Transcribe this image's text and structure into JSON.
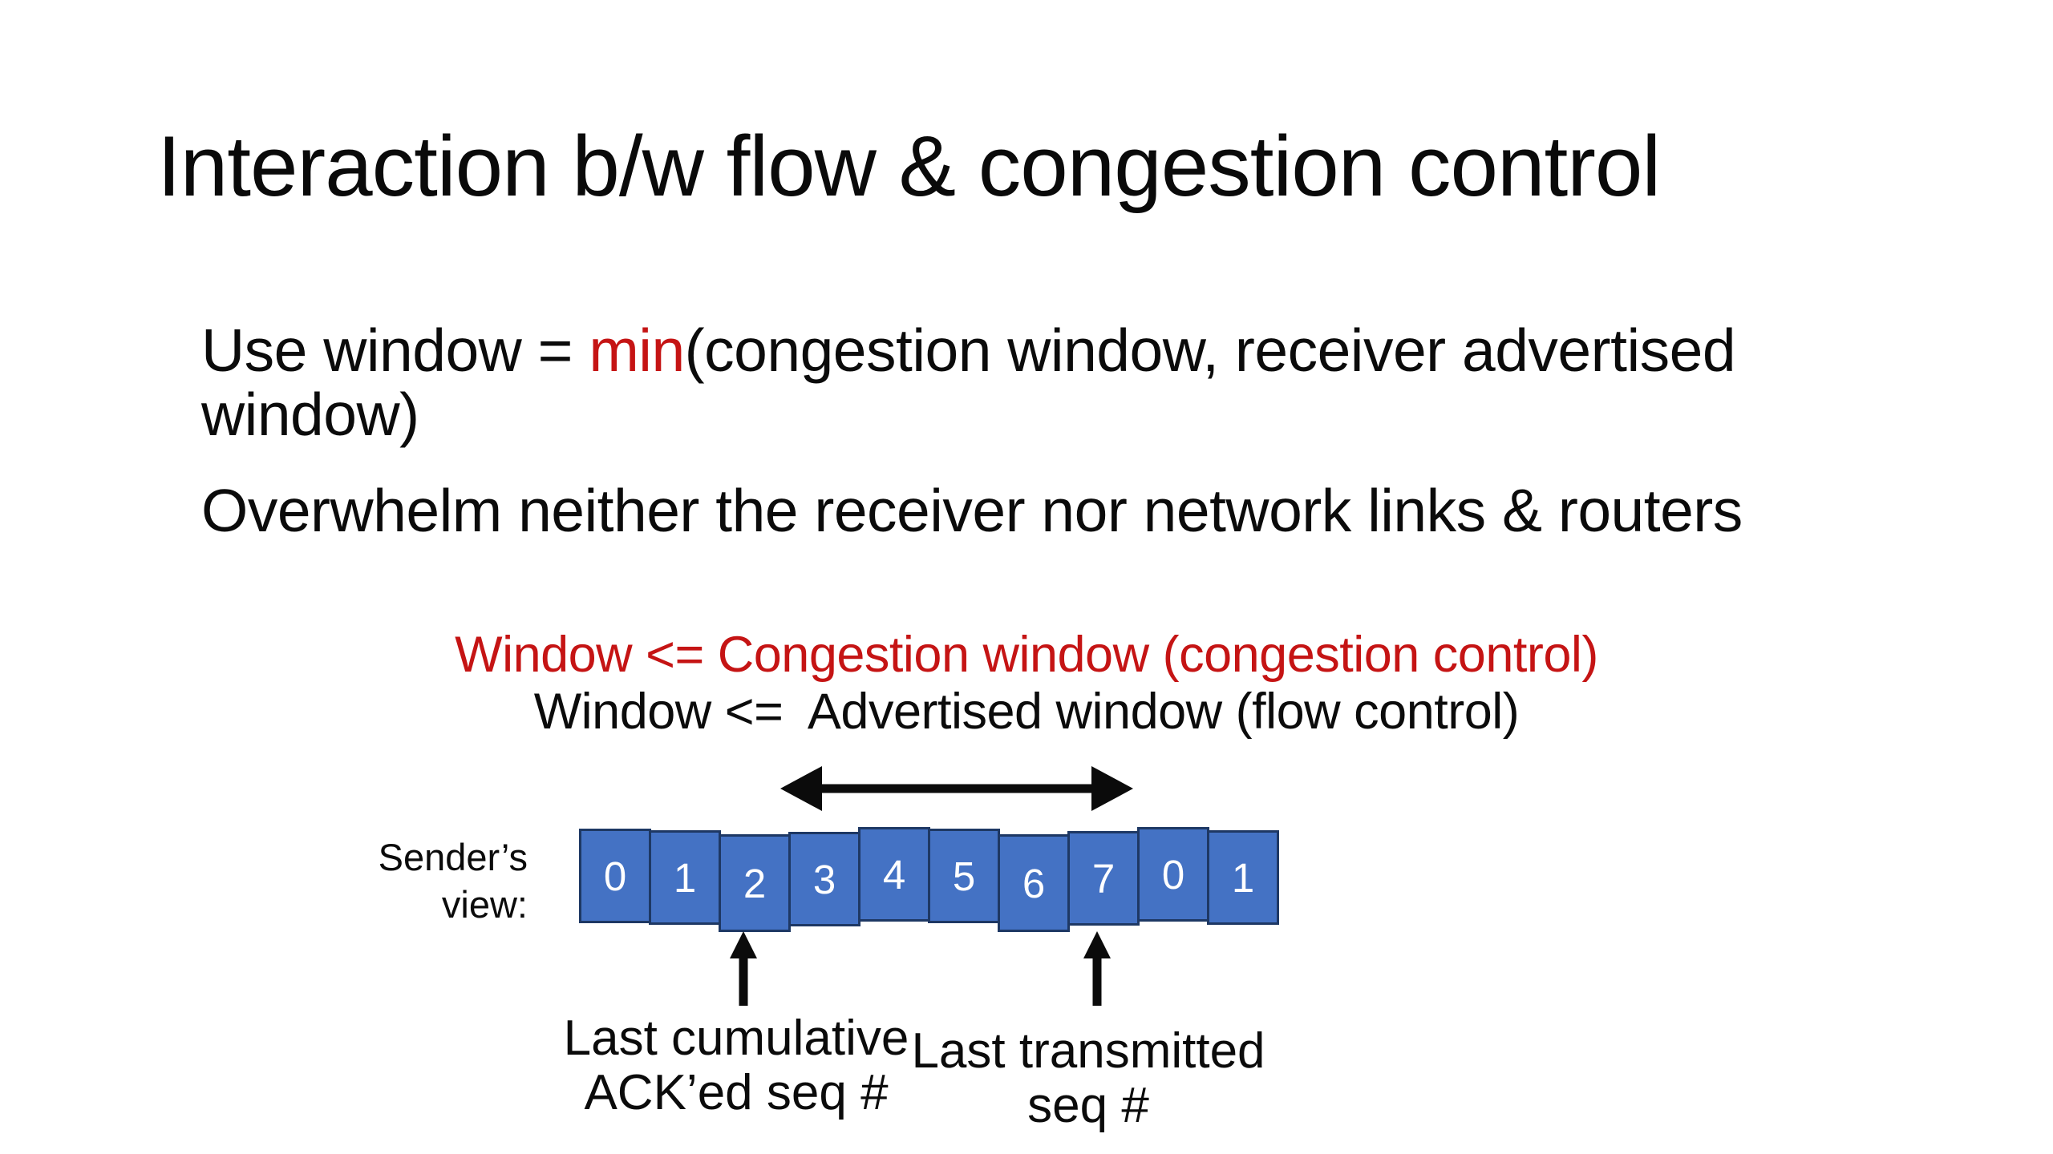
{
  "slide": {
    "title": "Interaction b/w flow & congestion control",
    "bullet1": {
      "pre": "Use window = ",
      "min": "min",
      "rest_line1": "(congestion window, receiver advertised",
      "line2": "window)"
    },
    "bullet2": "Overwhelm neither the receiver nor network links & routers",
    "rule_congestion": "Window <= Congestion window (congestion control)",
    "rule_flow": "Window <=  Advertised window (flow control)",
    "diagram": {
      "sender_line1": "Sender’s",
      "sender_line2": "view:",
      "cells": [
        "0",
        "1",
        "2",
        "3",
        "4",
        "5",
        "6",
        "7",
        "0",
        "1"
      ],
      "ack_line1": "Last cumulative",
      "ack_line2": "ACK’ed seq #",
      "tx_line1": "Last transmitted",
      "tx_line2": "seq #"
    },
    "colors": {
      "background": "#ffffff",
      "text": "#0b0b0b",
      "accent_red": "#c51414",
      "cell_fill": "#4472c4",
      "cell_border": "#1e3864"
    }
  }
}
